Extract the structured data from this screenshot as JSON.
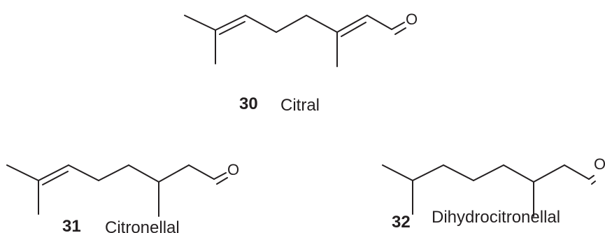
{
  "compounds": [
    {
      "number": "30",
      "name": "Citral",
      "heteroatom": "O"
    },
    {
      "number": "31",
      "name": "Citronellal",
      "heteroatom": "O"
    },
    {
      "number": "32",
      "name": "Dihydrocitronellal",
      "heteroatom": "O"
    }
  ],
  "colors": {
    "ink": "#231f20",
    "background": "#ffffff"
  }
}
